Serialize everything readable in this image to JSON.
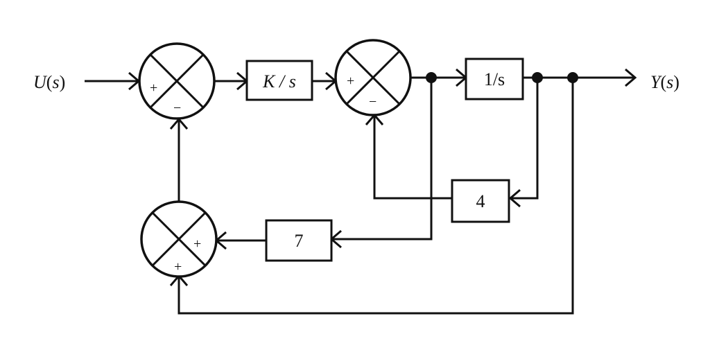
{
  "diagram": {
    "input_label_var": "U",
    "input_label_arg": "s",
    "output_label_var": "Y",
    "output_label_arg": "s",
    "blocks": {
      "integrator_gain": "K / s",
      "integrator": "1/s",
      "feedback_inner": "4",
      "feedback_outer": "7"
    },
    "sum1": {
      "plus": "+",
      "minus": "−"
    },
    "sum2": {
      "plus": "+",
      "minus": "−"
    },
    "sum3": {
      "plus_right": "+",
      "plus_bottom": "+"
    }
  }
}
